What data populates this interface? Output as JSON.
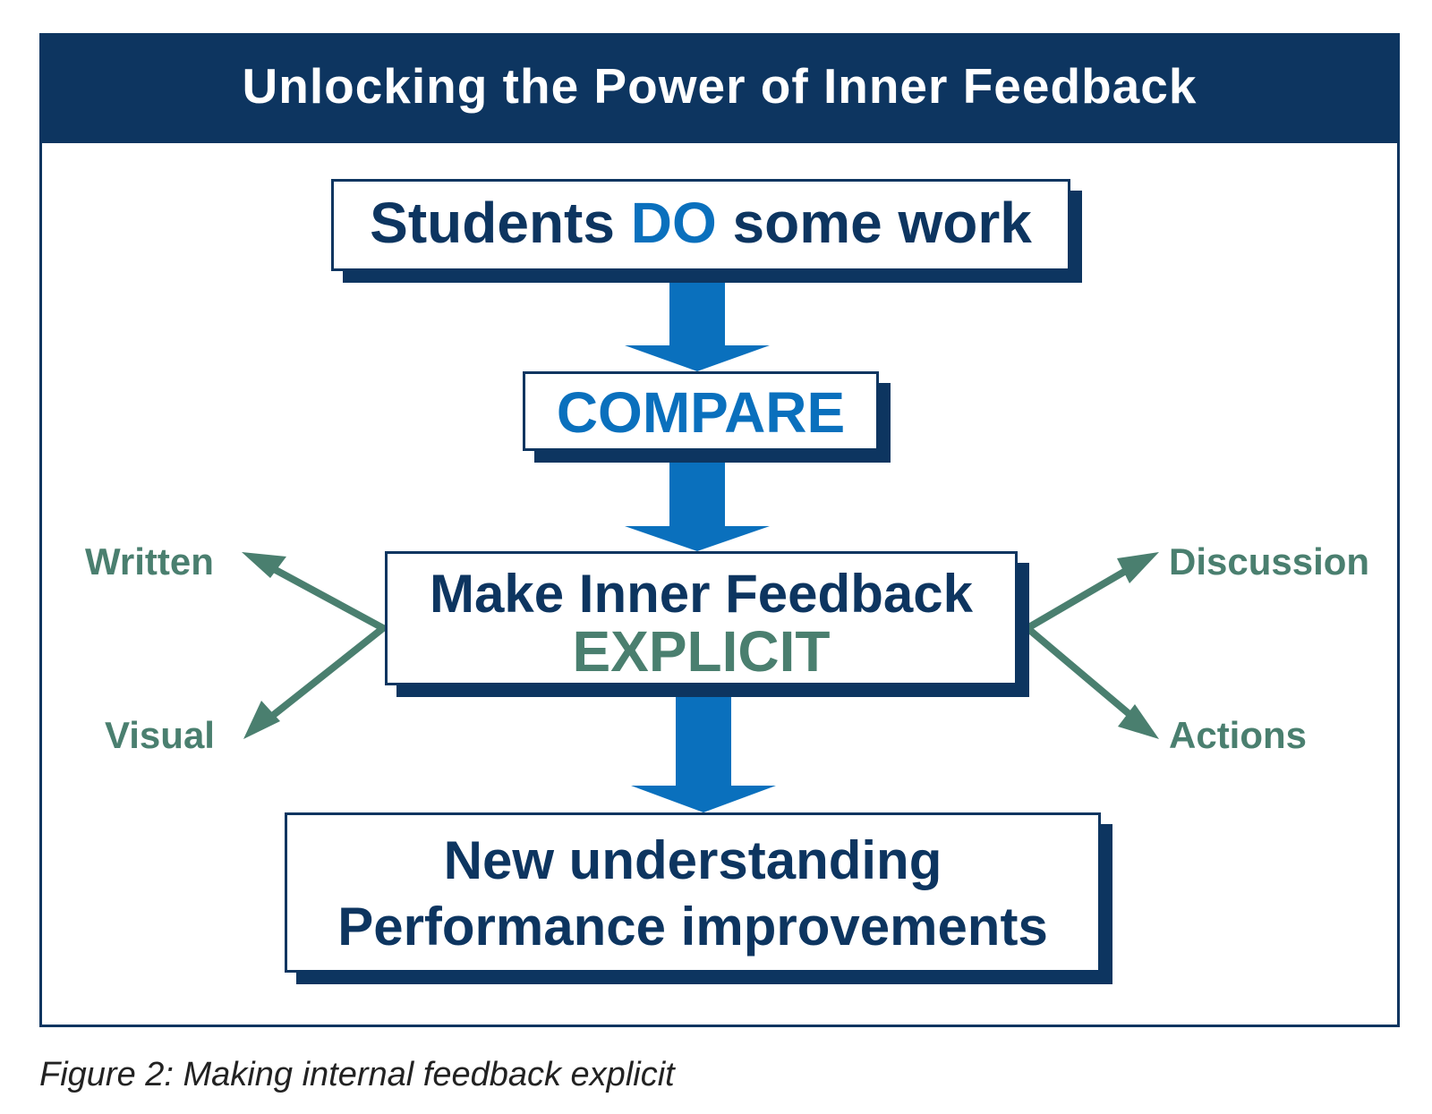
{
  "title": "Unlocking the Power of Inner Feedback",
  "step1": {
    "pre": "Students ",
    "emph": "DO",
    "post": " some work"
  },
  "step2": {
    "label": "COMPARE"
  },
  "step3": {
    "line1": "Make Inner Feedback",
    "line2": "EXPLICIT"
  },
  "step4": {
    "line1": "New understanding",
    "line2": "Performance improvements"
  },
  "modes": {
    "written": "Written",
    "visual": "Visual",
    "discussion": "Discussion",
    "actions": "Actions"
  },
  "caption": "Figure 2: Making internal feedback explicit",
  "colors": {
    "navy": "#0d3560",
    "blue": "#0a70bd",
    "teal": "#4a7f6f"
  }
}
